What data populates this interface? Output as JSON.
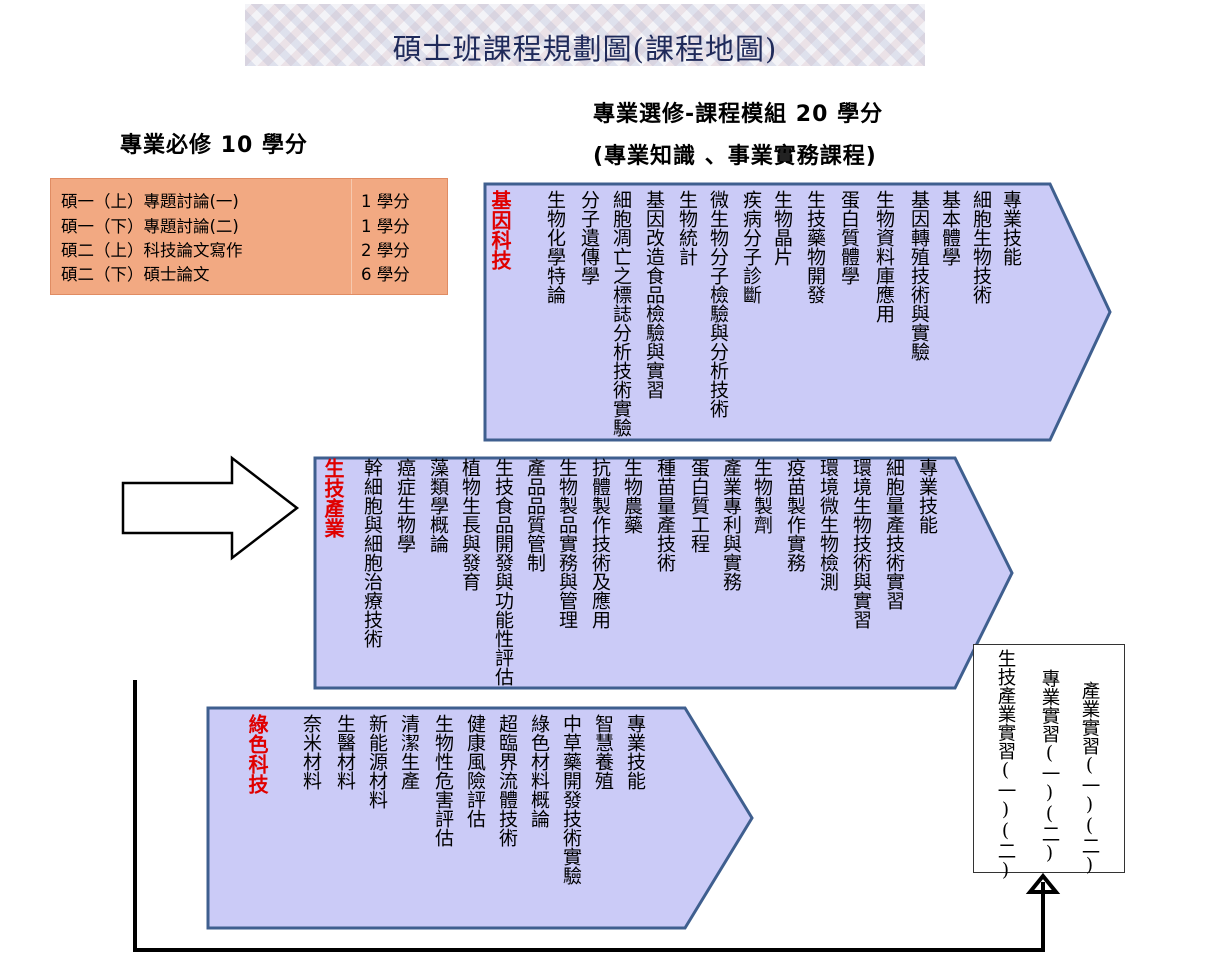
{
  "title": "碩士班課程規劃圖(課程地圖)",
  "required": {
    "heading": "專業必修 10 學分",
    "courses": [
      {
        "name": "碩一（上）專題討論(一)",
        "credits": "1 學分"
      },
      {
        "name": "碩一（下）專題討論(二)",
        "credits": "1 學分"
      },
      {
        "name": "碩二（上）科技論文寫作",
        "credits": "2 學分"
      },
      {
        "name": "碩二（下）碩士論文",
        "credits": "6 學分"
      }
    ]
  },
  "elective": {
    "heading_line1": "專業選修-課程模組 20 學分",
    "heading_line2": "(專業知識 、事業實務課程)"
  },
  "modules": [
    {
      "label": "基因科技",
      "items": [
        "專業技能",
        "細胞生物技術",
        "基本體學",
        "基因轉殖技術與實驗",
        "生物資料庫應用",
        "蛋白質體學",
        "生技藥物開發",
        "生物晶片",
        "疾病分子診斷",
        "微生物分子檢驗與分析技術",
        "生物統計",
        "基因改造食品檢驗與實習",
        "細胞凋亡之標誌分析技術實驗",
        "分子遺傳學",
        "生物化學特論"
      ]
    },
    {
      "label": "生技產業",
      "items": [
        "專業技能",
        "細胞量產技術實習",
        "環境生物技術與實習",
        "環境微生物檢測",
        "疫苗製作實務",
        "生物製劑",
        "產業專利與實務",
        "蛋白質工程",
        "種苗量產技術",
        "生物農藥",
        "抗體製作技術及應用",
        "生物製品實務與管理",
        "產品品質管制",
        "生技食品開發與功能性評估",
        "植物生長與發育",
        "藻類學概論",
        "癌症生物學",
        "幹細胞與細胞治療技術"
      ]
    },
    {
      "label": "綠色科技",
      "items": [
        "專業技能",
        "智慧養殖",
        "中草藥開發技術實驗",
        "綠色材料概論",
        "超臨界流體技術",
        "健康風險評估",
        "生物性危害評估",
        "清潔生產",
        "新能源材料",
        "生醫材料",
        "奈米材料"
      ]
    }
  ],
  "internship": {
    "lines": [
      "產業實習(一)(二)",
      "專業實習(一)(二)",
      "生技產業實習(一)(二)"
    ]
  }
}
